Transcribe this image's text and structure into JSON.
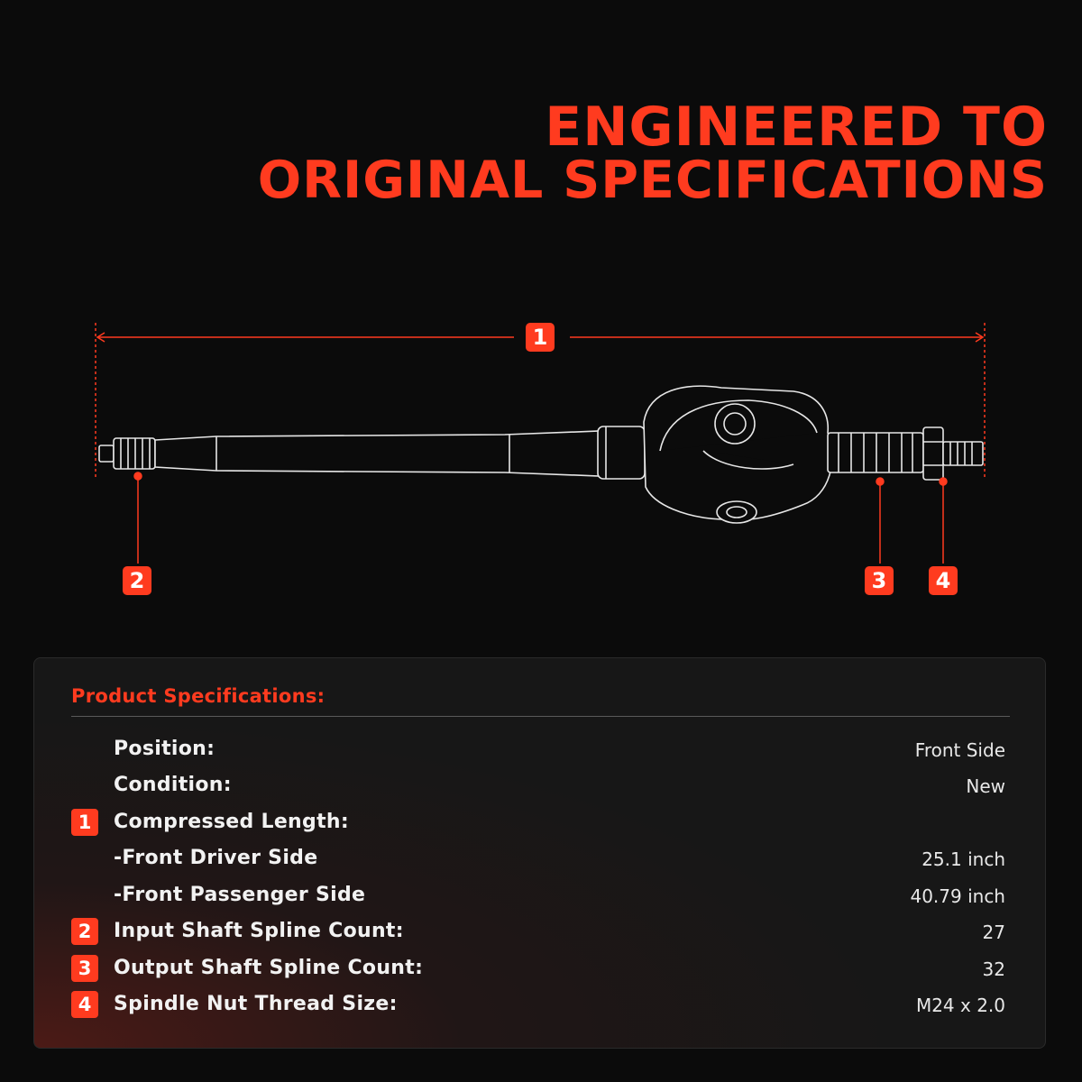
{
  "headline": {
    "line1": "ENGINEERED TO",
    "line2": "ORIGINAL SPECIFICATIONS"
  },
  "diagram": {
    "callouts": [
      "1",
      "2",
      "3",
      "4"
    ],
    "accent_color": "#ff3b1f"
  },
  "specs": {
    "title": "Product Specifications:",
    "rows": [
      {
        "badge": "",
        "label": "Position:",
        "value": "Front Side"
      },
      {
        "badge": "",
        "label": "Condition:",
        "value": "New"
      },
      {
        "badge": "1",
        "label": "Compressed Length:",
        "value": ""
      },
      {
        "badge": "",
        "label": "-Front Driver Side",
        "value": "25.1 inch"
      },
      {
        "badge": "",
        "label": "-Front Passenger Side",
        "value": "40.79 inch"
      },
      {
        "badge": "2",
        "label": "Input Shaft Spline Count:",
        "value": "27"
      },
      {
        "badge": "3",
        "label": "Output Shaft Spline Count:",
        "value": "32"
      },
      {
        "badge": "4",
        "label": "Spindle Nut Thread Size:",
        "value": "M24 x 2.0"
      }
    ]
  }
}
